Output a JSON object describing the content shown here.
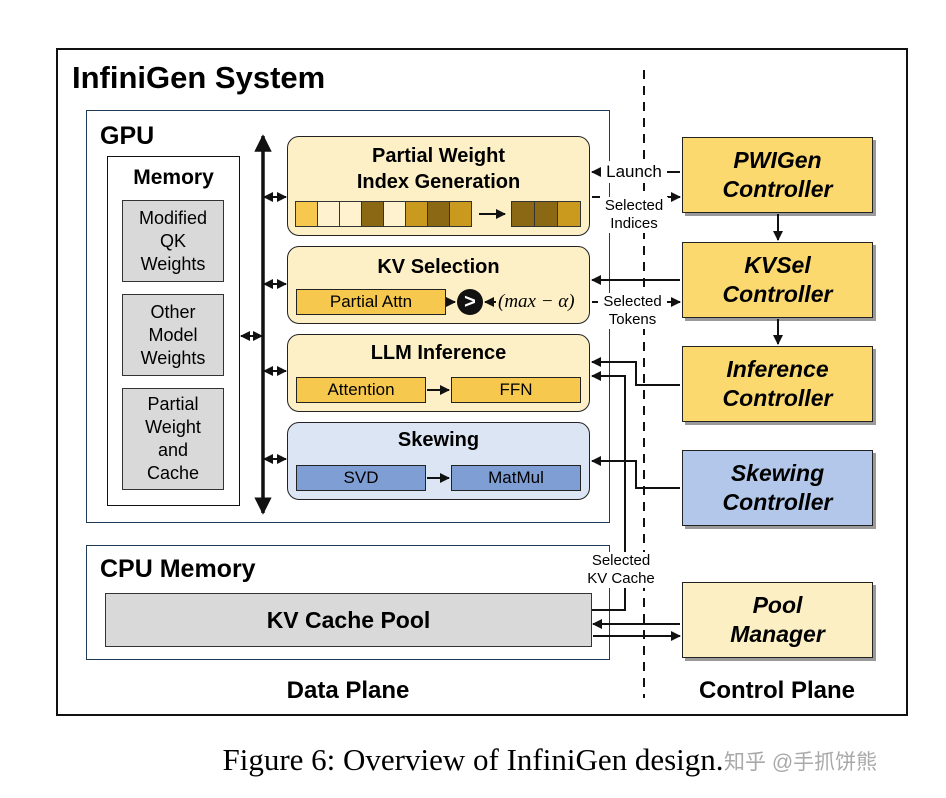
{
  "system_title": "InfiniGen System",
  "gpu": {
    "label": "GPU",
    "memory": {
      "label": "Memory",
      "cells": [
        "Modified\nQK\nWeights",
        "Other\nModel\nWeights",
        "Partial\nWeight\nand\nCache"
      ]
    }
  },
  "modules": {
    "pwig": {
      "title": "Partial Weight\nIndex Generation"
    },
    "kvsel": {
      "title": "KV Selection",
      "bar": "Partial Attn",
      "formula": "(max − α)"
    },
    "llm": {
      "title": "LLM Inference",
      "bar1": "Attention",
      "bar2": "FFN"
    },
    "skew": {
      "title": "Skewing",
      "bar1": "SVD",
      "bar2": "MatMul"
    }
  },
  "cpu": {
    "label": "CPU Memory",
    "pool": "KV Cache Pool"
  },
  "controllers": {
    "pwigen": "PWIGen\nController",
    "kvsel": "KVSel\nController",
    "inference": "Inference\nController",
    "skewing": "Skewing\nController",
    "pool": "Pool\nManager"
  },
  "labels": {
    "launch": "Launch",
    "selected_indices": "Selected\nIndices",
    "selected_tokens": "Selected\nTokens",
    "selected_kv_cache": "Selected\nKV Cache"
  },
  "planes": {
    "data": "Data Plane",
    "control": "Control Plane"
  },
  "caption": "Figure 6: Overview of InfiniGen design.",
  "watermark": "知乎 @手抓饼熊",
  "colors": {
    "module_yellow": "#fdf0c6",
    "bar_yellow": "#f6c84d",
    "controller_yellow": "#fbd96f",
    "module_blue": "#dbe5f4",
    "bar_blue": "#7f9ed4",
    "controller_blue": "#b2c7e9",
    "memory_gray": "#d9d9d9",
    "cell_dark": "#8b6914",
    "cell_mid": "#c99a1e",
    "cell_light": "#fff3cf"
  }
}
